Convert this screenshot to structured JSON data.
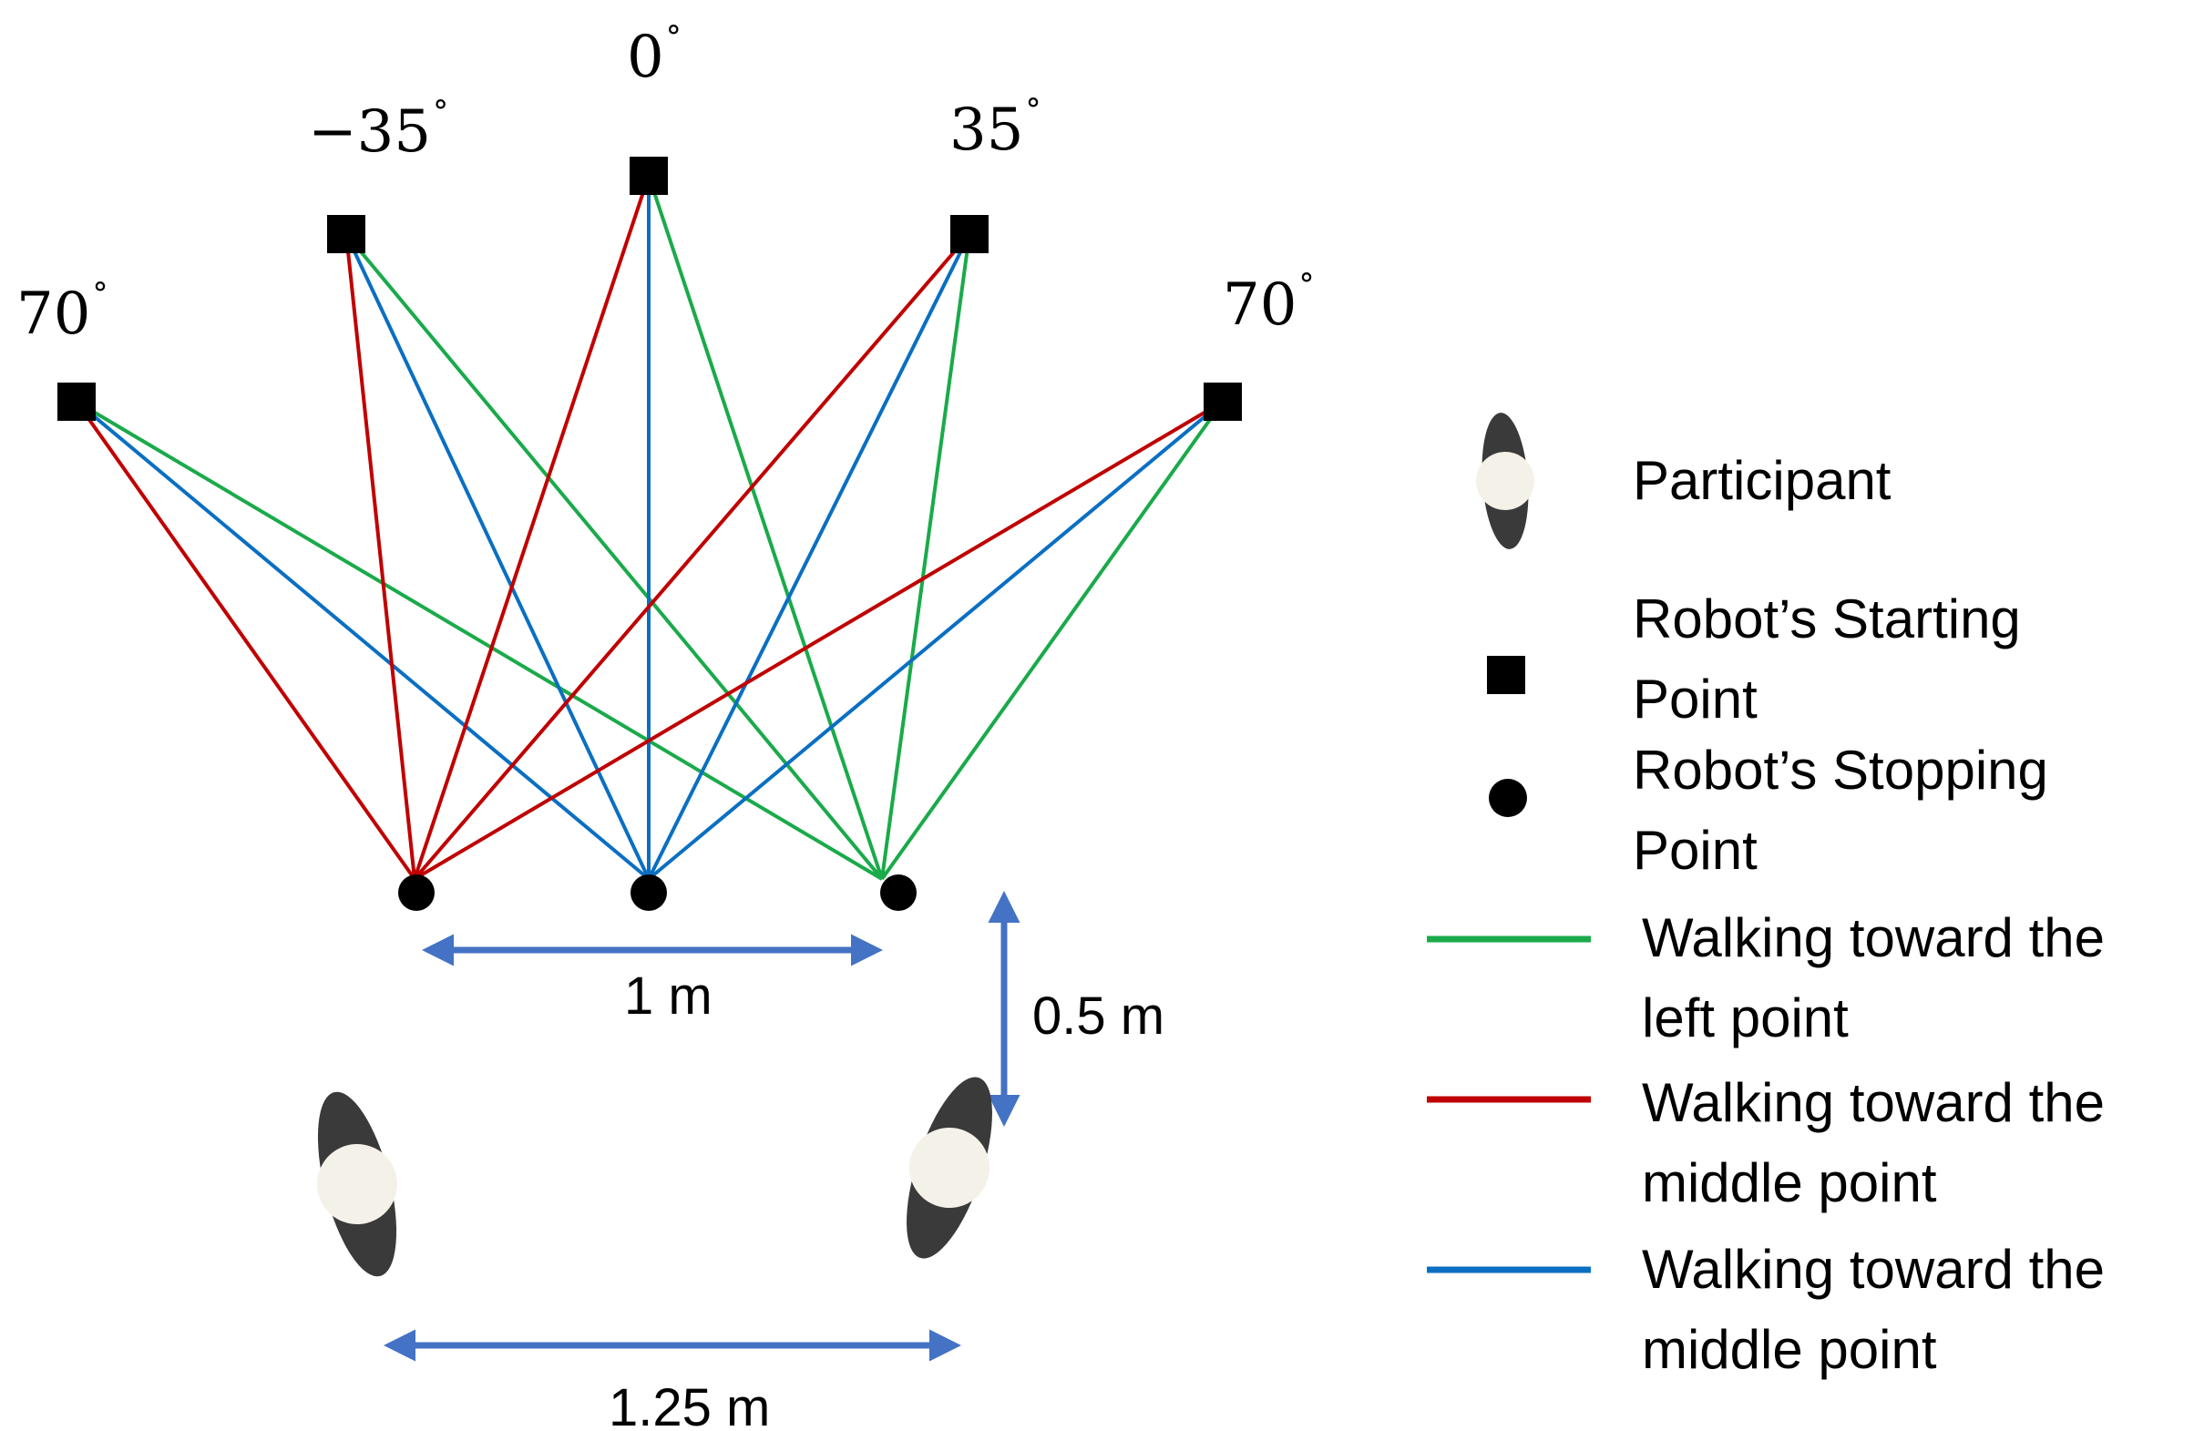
{
  "angles": {
    "far_left": "70",
    "left": "−35",
    "center": "0",
    "right": "35",
    "far_right": "70",
    "degree_symbol": "°"
  },
  "dimensions": {
    "stop_spacing": "1 m",
    "participant_distance": "0.5 m",
    "participant_spacing": "1.25 m"
  },
  "legend": {
    "participant": "Participant",
    "starting_point_line1": "Robot’s Starting",
    "starting_point_line2": "Point",
    "stopping_point_line1": "Robot’s Stopping",
    "stopping_point_line2": "Point",
    "green_line1": "Walking toward the",
    "green_line2": "left point",
    "red_line1": "Walking toward the",
    "red_line2": "middle point",
    "blue_line1": "Walking toward the",
    "blue_line2": "middle point"
  },
  "colors": {
    "green": "#1aaa4a",
    "red": "#c00000",
    "blue": "#0a6fc2",
    "arrow": "#4472c4",
    "marker": "#000000"
  }
}
